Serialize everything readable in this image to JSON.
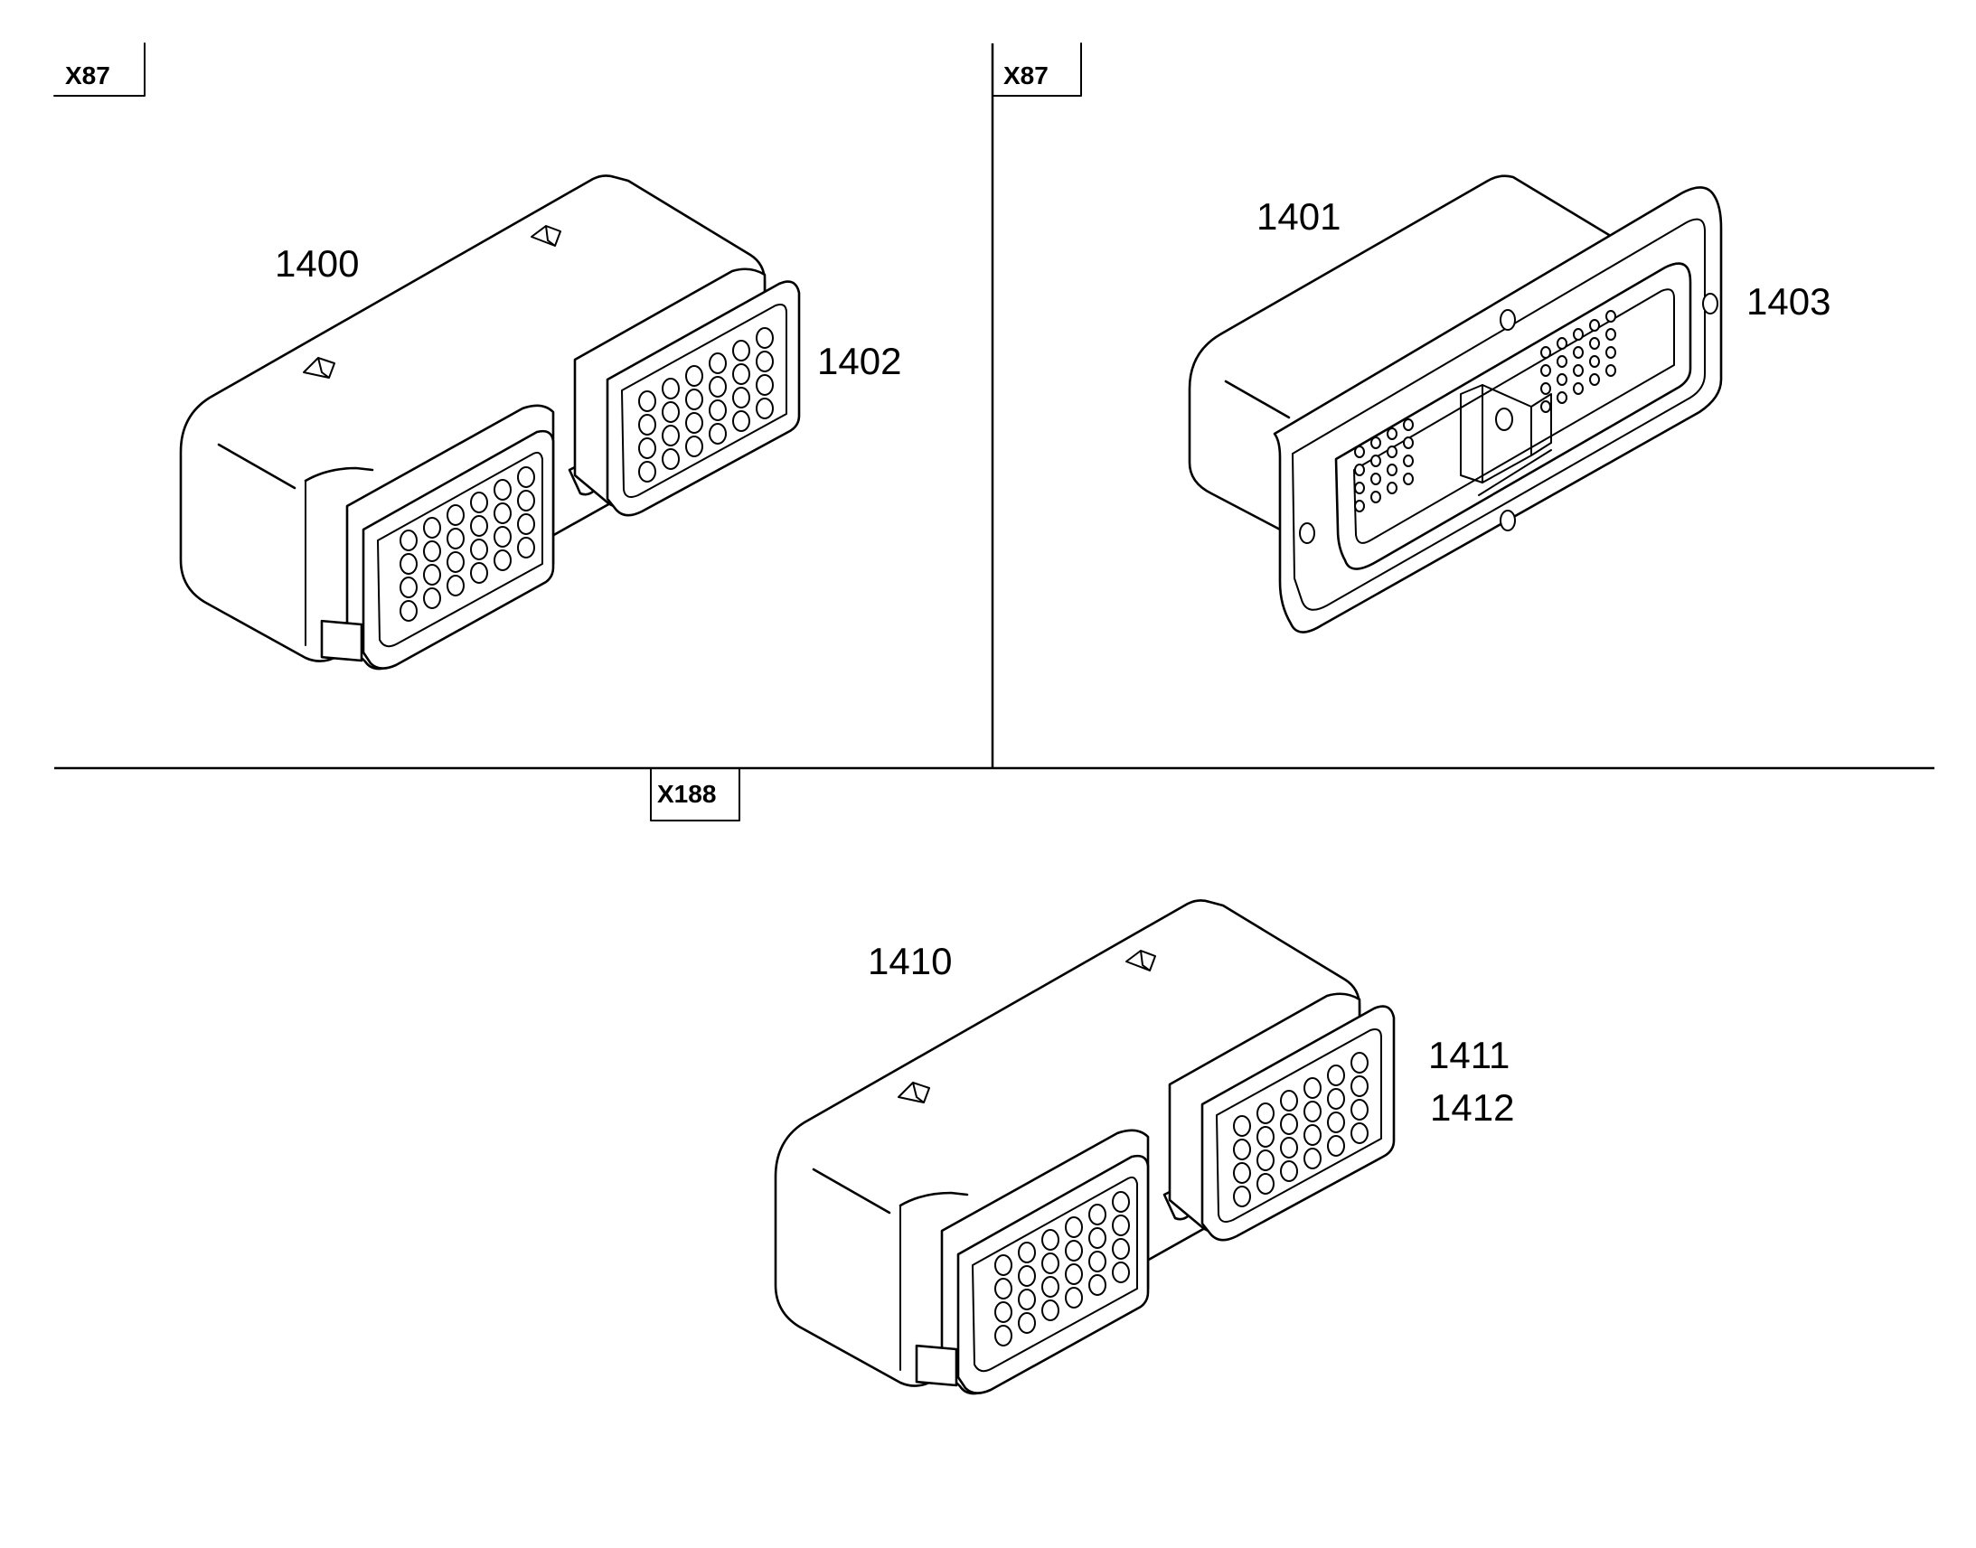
{
  "sections": {
    "top_left": {
      "tag": "X87",
      "callouts": [
        "1400",
        "1402"
      ]
    },
    "top_right": {
      "tag": "X87",
      "callouts": [
        "1401",
        "1403"
      ]
    },
    "bottom": {
      "tag": "X188",
      "callouts": [
        "1410",
        "1411",
        "1412"
      ]
    }
  },
  "colors": {
    "line": "#000000",
    "background": "#ffffff"
  }
}
